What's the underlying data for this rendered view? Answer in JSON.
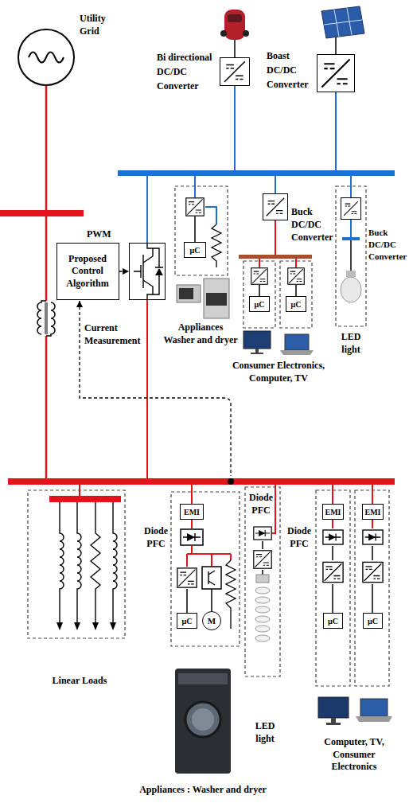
{
  "diagram": {
    "nodes": [
      {
        "text": [
          "Utility Grid"
        ]
      },
      {
        "text": [
          "Bi directional DC/DC Converter"
        ]
      },
      {
        "text": [
          "Boast DC/DC Converter"
        ]
      },
      {
        "text": [
          "Proposed Control Algorithm"
        ]
      },
      {
        "text": [
          "PWM"
        ]
      },
      {
        "text": [
          "Buck DC/DC Converter"
        ]
      },
      {
        "text": [
          "Buck DC/DC Converter"
        ]
      },
      {
        "text": [
          "μC"
        ]
      },
      {
        "text": [
          "μC"
        ]
      },
      {
        "text": [
          "μC"
        ]
      },
      {
        "text": [
          "EMI"
        ]
      },
      {
        "text": [
          "μC"
        ]
      },
      {
        "text": [
          "M"
        ]
      },
      {
        "text": [
          "EMI"
        ]
      },
      {
        "text": [
          "μC"
        ]
      },
      {
        "text": [
          "EMI"
        ]
      },
      {
        "text": [
          "μC"
        ]
      }
    ],
    "edges": [
      {
        "from": 3,
        "to": 4,
        "arrow": "to"
      }
    ],
    "labels": [
      "Current Measurement",
      "Appliances Washer and dryer",
      "Consumer Electronics, Computer, TV",
      "LED light",
      "Linear Loads",
      "Diode PFC",
      "Diode PFC",
      "Diode PFC",
      "LED light",
      "Computer, TV, Consumer Electronics",
      "Appliances : Washer and dryer"
    ]
  }
}
